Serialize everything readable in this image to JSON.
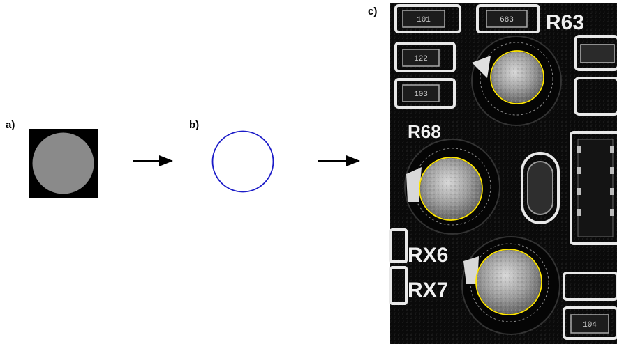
{
  "panels": {
    "a": {
      "label": "a)"
    },
    "b": {
      "label": "b)"
    },
    "c": {
      "label": "c)"
    }
  },
  "board_text": {
    "ref_r63": "R63",
    "ref_r68": "R68",
    "ref_rx6": "RX6",
    "ref_rx7": "RX7",
    "resistor_codes": [
      "101",
      "683",
      "122",
      "103",
      "104"
    ]
  },
  "colors": {
    "template_fill": "#8a8a8a",
    "template_bg": "#000000",
    "edge_stroke": "#1c1cc8",
    "detection_stroke": "#ffe600",
    "arrow": "#000000"
  },
  "icons": {
    "arrow_1": "right-arrow-icon",
    "arrow_2": "right-arrow-icon"
  }
}
